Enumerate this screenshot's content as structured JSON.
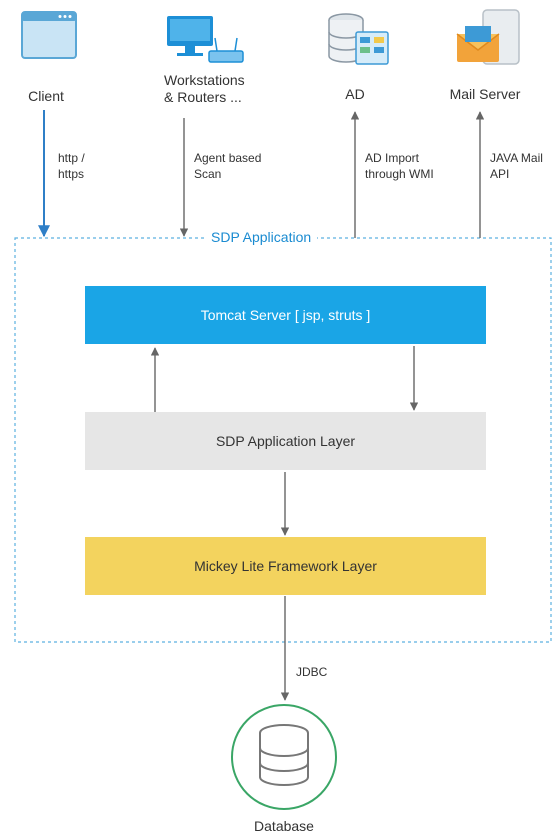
{
  "nodes": {
    "client": "Client",
    "workstations_line1": "Workstations",
    "workstations_line2": "& Routers ...",
    "ad": "AD",
    "mail_server": "Mail Server",
    "database": "Database"
  },
  "edges": {
    "client_line1": "http /",
    "client_line2": "https",
    "agent_line1": "Agent based",
    "agent_line2": "Scan",
    "ad_line1": "AD Import",
    "ad_line2": "through WMI",
    "mail_line1": "JAVA Mail",
    "mail_line2": "API",
    "jdbc": "JDBC"
  },
  "container": {
    "title": "SDP Application"
  },
  "layers": {
    "tomcat": "Tomcat Server [ jsp, struts ]",
    "app_layer": "SDP Application Layer",
    "mickey": "Mickey Lite Framework Layer"
  },
  "colors": {
    "tomcat": "#1aa5e6",
    "app_layer": "#e6e6e6",
    "mickey": "#f3d35e",
    "container_border": "#5cb0e0",
    "client_arrow": "#2f7fc7",
    "arrow": "#666666",
    "database_ring": "#3aa666"
  },
  "icons": [
    "browser-window-icon",
    "computer-router-icon",
    "server-database-icon",
    "mail-envelope-icon",
    "database-icon"
  ]
}
